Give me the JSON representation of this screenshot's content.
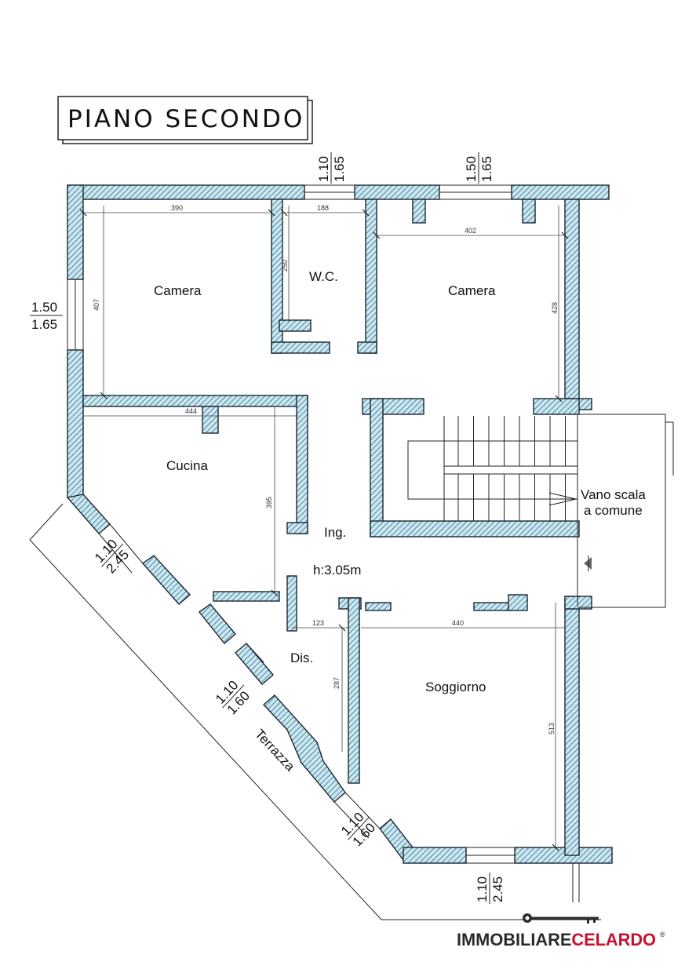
{
  "title": "PIANO SECONDO",
  "rooms": {
    "camera_left": "Camera",
    "wc": "W.C.",
    "camera_right": "Camera",
    "cucina": "Cucina",
    "ingresso": "Ing.",
    "height": "h:3.05m",
    "disimpegno": "Dis.",
    "soggiorno": "Soggiorno",
    "terrazza": "Terrazza",
    "vano_scala_1": "Vano scala",
    "vano_scala_2": "a comune"
  },
  "dimensions": {
    "d390": "390",
    "d188": "188",
    "d402": "402",
    "d250": "250",
    "d407": "407",
    "d428": "428",
    "d444": "444",
    "d395": "395",
    "d123": "123",
    "d440": "440",
    "d287": "287",
    "d513": "513"
  },
  "openings": {
    "top_wc": [
      "1.10",
      "1.65"
    ],
    "top_camera": [
      "1.50",
      "1.65"
    ],
    "left_camera": [
      "1.50",
      "1.65"
    ],
    "diag_cucina": [
      "1.10",
      "2.45"
    ],
    "diag_dis": [
      "1.10",
      "1.60"
    ],
    "diag_soggiorno": [
      "1.10",
      "1.60"
    ],
    "bottom_soggiorno": [
      "1.10",
      "2.45"
    ]
  },
  "logo": {
    "part1": "IMMOBILIARE",
    "part2": "CELARDO",
    "mark": "®"
  },
  "colors": {
    "wall_hatch": "#5fa3b8",
    "logo_red": "#c8102e",
    "logo_dark": "#2b2b2b"
  }
}
